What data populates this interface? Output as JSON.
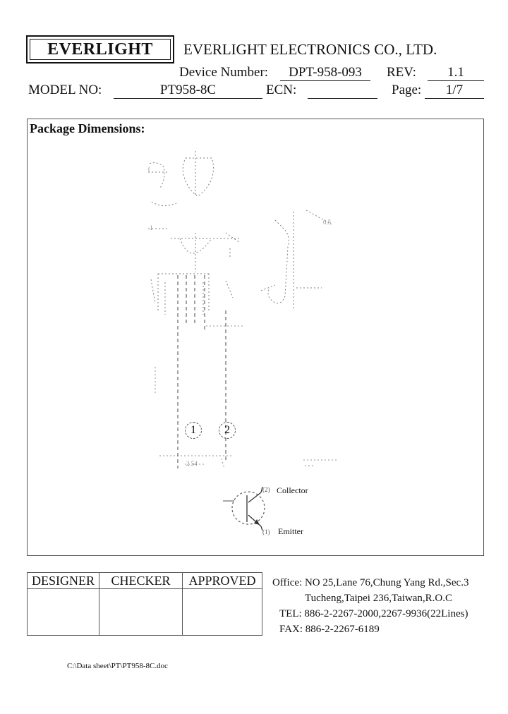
{
  "header": {
    "logo_text": "EVERLIGHT",
    "company": "EVERLIGHT ELECTRONICS CO., LTD.",
    "device_number_label": "Device Number:",
    "device_number": "DPT-958-093",
    "rev_label": "REV:",
    "rev": "1.1",
    "model_label": "MODEL NO:",
    "model": "PT958-8C",
    "ecn_label": "ECN:",
    "ecn": "",
    "page_label": "Page:",
    "page": "1/7"
  },
  "section": {
    "title": "Package Dimensions:"
  },
  "drawing": {
    "pin_1": "1",
    "pin_2": "2",
    "collector_label": "Collector",
    "emitter_label": "Emitter"
  },
  "signatures": {
    "designer": "DESIGNER",
    "checker": "CHECKER",
    "approved": "APPROVED"
  },
  "address": {
    "line1": "Office: NO 25,Lane 76,Chung Yang Rd.,Sec.3",
    "line2": "Tucheng,Taipei 236,Taiwan,R.O.C",
    "tel": "TEL: 886-2-2267-2000,2267-9936(22Lines)",
    "fax": "FAX: 886-2-2267-6189"
  },
  "footer": {
    "file_path": "C:\\Data sheet\\PT\\PT958-8C.doc"
  }
}
